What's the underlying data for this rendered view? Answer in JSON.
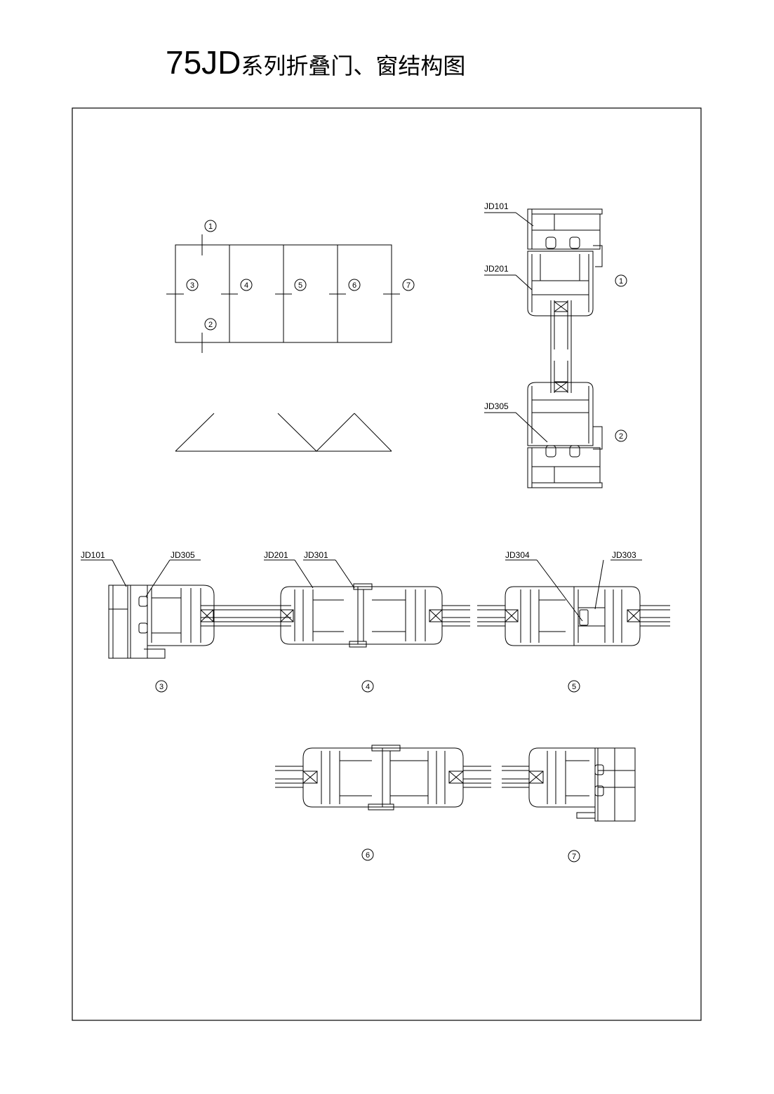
{
  "title": {
    "code": "75JD",
    "name": "系列折叠门、窗结构图"
  },
  "plan": {
    "markers": {
      "m1": "1",
      "m2": "2",
      "m3": "3",
      "m4": "4",
      "m5": "5",
      "m6": "6",
      "m7": "7"
    }
  },
  "sections": {
    "s12": {
      "label_top_profile": "JD101",
      "label_mid_profile": "JD201",
      "label_bottom_profile": "JD305",
      "marker_top": "1",
      "marker_bottom": "2"
    },
    "s3": {
      "label_a": "JD101",
      "label_b": "JD305",
      "marker": "3"
    },
    "s4": {
      "label_a": "JD201",
      "label_b": "JD301",
      "marker": "4"
    },
    "s5": {
      "label_a": "JD304",
      "label_b": "JD303",
      "marker": "5"
    },
    "s6": {
      "marker": "6"
    },
    "s7": {
      "marker": "7"
    }
  }
}
